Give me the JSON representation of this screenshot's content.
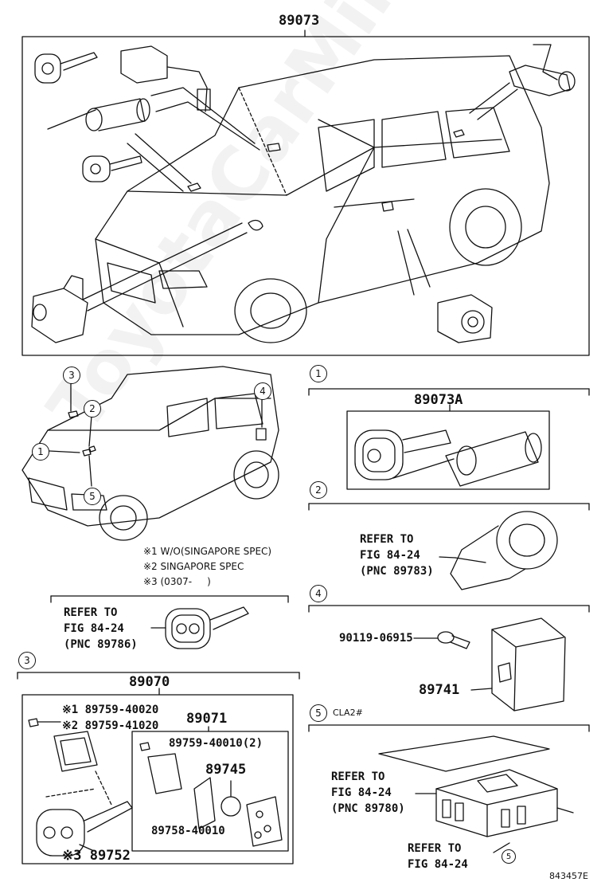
{
  "diagram": {
    "top_part_number": "89073",
    "callouts": {
      "c1": "1",
      "c2": "2",
      "c3": "3",
      "c4": "4",
      "c5": "5"
    },
    "notes": {
      "n1": "※1 W/O(SINGAPORE SPEC)",
      "n2": "※2 SINGAPORE SPEC",
      "n3": "※3 (0307-     )"
    },
    "section1": {
      "badge": "1",
      "part_number": "89073A"
    },
    "section2": {
      "badge": "2",
      "refer_line1": "REFER TO",
      "refer_line2": "FIG 84-24",
      "refer_line3": "(PNC 89783)"
    },
    "key_refer": {
      "line1": "REFER TO",
      "line2": "FIG 84-24",
      "line3": "(PNC 89786)"
    },
    "section4": {
      "badge": "4",
      "bolt_part": "90119-06915",
      "ecu_part": "89741"
    },
    "section3": {
      "badge": "3",
      "part_number": "89070",
      "screw1": "※1 89759-40020",
      "screw2": "※2 89759-41020",
      "inner_part": "89071",
      "inner_screw": "89759-40010(2)",
      "battery_part": "89745",
      "gasket_part": "89758-40010",
      "key_part": "※3 89752"
    },
    "section5": {
      "badge": "5",
      "code": "CLA2#",
      "refer_a_line1": "REFER TO",
      "refer_a_line2": "FIG 84-24",
      "refer_a_line3": "(PNC 89780)",
      "refer_b_line1": "REFER TO",
      "refer_b_line2": "FIG 84-24",
      "refer_b_badge": "5"
    },
    "figure_id": "843457E"
  }
}
